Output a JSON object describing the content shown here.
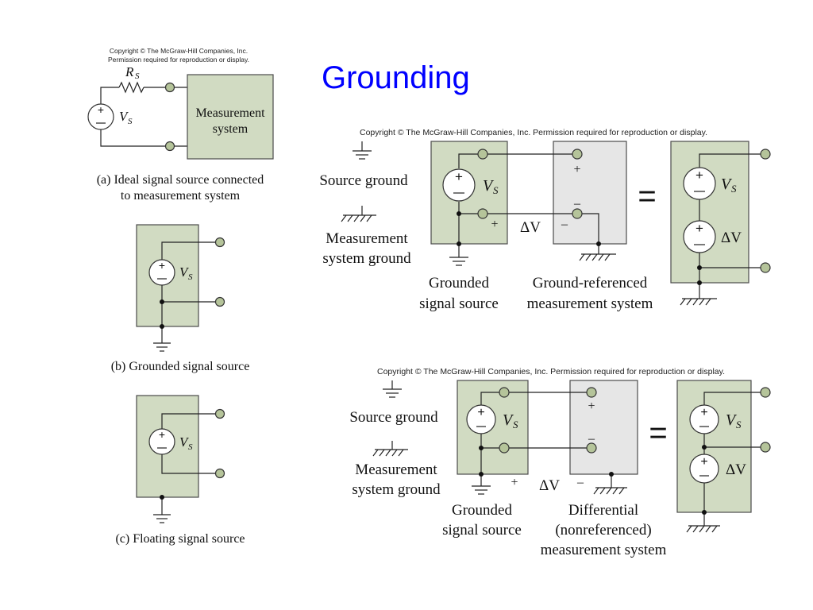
{
  "slide": {
    "title": "Grounding",
    "title_color": "#0000ff"
  },
  "copyright": {
    "top_left_line1": "Copyright © The McGraw-Hill Companies, Inc.",
    "top_left_line2": "Permission required for reproduction or display.",
    "upper_right": "Copyright © The McGraw-Hill Companies, Inc. Permission required for reproduction or display.",
    "lower_right": "Copyright © The McGraw-Hill Companies, Inc. Permission required for reproduction or display."
  },
  "fig_a": {
    "rs_label": "R",
    "rs_sub": "S",
    "vs_label": "V",
    "vs_sub": "S",
    "box_line1": "Measurement",
    "box_line2": "system",
    "caption_line1": "(a) Ideal signal source connected",
    "caption_line2": "to measurement system"
  },
  "fig_b": {
    "vs_label": "V",
    "vs_sub": "S",
    "caption": "(b) Grounded signal source"
  },
  "fig_c": {
    "vs_label": "V",
    "vs_sub": "S",
    "caption": "(c) Floating signal source"
  },
  "upper": {
    "legend_source": "Source ground",
    "legend_meas_line1": "Measurement",
    "legend_meas_line2": "system ground",
    "vs_label": "V",
    "vs_sub": "S",
    "plus": "+",
    "minus": "–",
    "delta_v": "ΔV",
    "equals": "=",
    "caption_source_line1": "Grounded",
    "caption_source_line2": "signal source",
    "caption_meas_line1": "Ground-referenced",
    "caption_meas_line2": "measurement system"
  },
  "lower": {
    "legend_source": "Source ground",
    "legend_meas_line1": "Measurement",
    "legend_meas_line2": "system ground",
    "vs_label": "V",
    "vs_sub": "S",
    "plus": "+",
    "minus": "–",
    "delta_v": "ΔV",
    "equals": "=",
    "caption_source_line1": "Grounded",
    "caption_source_line2": "signal source",
    "caption_meas_line1": "Differential",
    "caption_meas_line2": "(nonreferenced)",
    "caption_meas_line3": "measurement system"
  }
}
